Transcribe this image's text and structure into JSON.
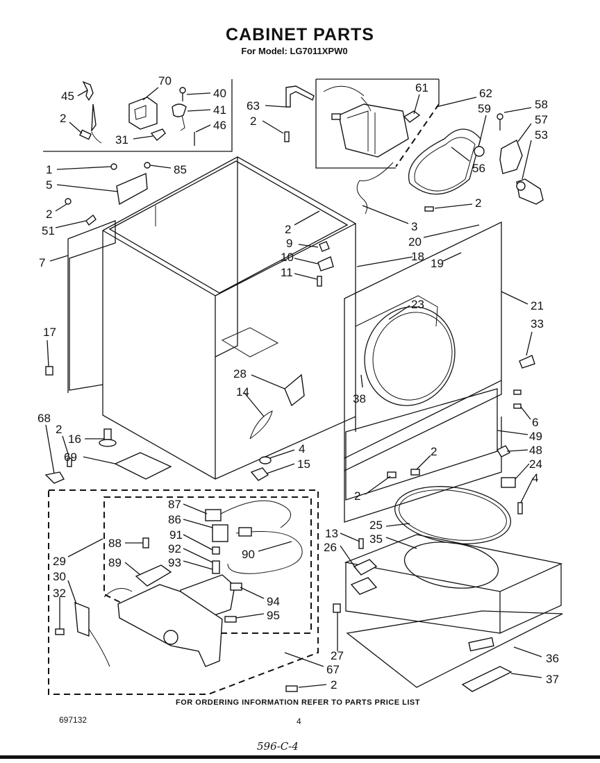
{
  "title": "CABINET PARTS",
  "subtitle": "For Model: LG7011XPW0",
  "footer_note": "FOR ORDERING INFORMATION REFER TO PARTS PRICE LIST",
  "document_number": "697132",
  "page_number": "4",
  "handwritten_note": "596-C-4",
  "callouts": [
    {
      "id": "c70",
      "label": "70"
    },
    {
      "id": "c45",
      "label": "45"
    },
    {
      "id": "c40",
      "label": "40"
    },
    {
      "id": "c41",
      "label": "41"
    },
    {
      "id": "c46",
      "label": "46"
    },
    {
      "id": "c2a",
      "label": "2"
    },
    {
      "id": "c31",
      "label": "31"
    },
    {
      "id": "c63",
      "label": "63"
    },
    {
      "id": "c2b",
      "label": "2"
    },
    {
      "id": "c61",
      "label": "61"
    },
    {
      "id": "c62",
      "label": "62"
    },
    {
      "id": "c59",
      "label": "59"
    },
    {
      "id": "c58",
      "label": "58"
    },
    {
      "id": "c57",
      "label": "57"
    },
    {
      "id": "c53",
      "label": "53"
    },
    {
      "id": "c1",
      "label": "1"
    },
    {
      "id": "c85",
      "label": "85"
    },
    {
      "id": "c5",
      "label": "5"
    },
    {
      "id": "c2c",
      "label": "2"
    },
    {
      "id": "c51",
      "label": "51"
    },
    {
      "id": "c56",
      "label": "56"
    },
    {
      "id": "c2d",
      "label": "2"
    },
    {
      "id": "c3",
      "label": "3"
    },
    {
      "id": "c2e",
      "label": "2"
    },
    {
      "id": "c20",
      "label": "20"
    },
    {
      "id": "c9",
      "label": "9"
    },
    {
      "id": "c10",
      "label": "10"
    },
    {
      "id": "c18",
      "label": "18"
    },
    {
      "id": "c19",
      "label": "19"
    },
    {
      "id": "c11",
      "label": "11"
    },
    {
      "id": "c7",
      "label": "7"
    },
    {
      "id": "c21",
      "label": "21"
    },
    {
      "id": "c23",
      "label": "23"
    },
    {
      "id": "c33",
      "label": "33"
    },
    {
      "id": "c17",
      "label": "17"
    },
    {
      "id": "c28",
      "label": "28"
    },
    {
      "id": "c14",
      "label": "14"
    },
    {
      "id": "c38",
      "label": "38"
    },
    {
      "id": "c6",
      "label": "6"
    },
    {
      "id": "c68",
      "label": "68"
    },
    {
      "id": "c2f",
      "label": "2"
    },
    {
      "id": "c16",
      "label": "16"
    },
    {
      "id": "c49",
      "label": "49"
    },
    {
      "id": "c4a",
      "label": "4"
    },
    {
      "id": "c48",
      "label": "48"
    },
    {
      "id": "c2g",
      "label": "2"
    },
    {
      "id": "c69",
      "label": "69"
    },
    {
      "id": "c15",
      "label": "15"
    },
    {
      "id": "c24",
      "label": "24"
    },
    {
      "id": "c2h",
      "label": "2"
    },
    {
      "id": "c4b",
      "label": "4"
    },
    {
      "id": "c87",
      "label": "87"
    },
    {
      "id": "c86",
      "label": "86"
    },
    {
      "id": "c25",
      "label": "25"
    },
    {
      "id": "c13",
      "label": "13"
    },
    {
      "id": "c91",
      "label": "91"
    },
    {
      "id": "c35",
      "label": "35"
    },
    {
      "id": "c88",
      "label": "88"
    },
    {
      "id": "c92",
      "label": "92"
    },
    {
      "id": "c90",
      "label": "90"
    },
    {
      "id": "c26",
      "label": "26"
    },
    {
      "id": "c29",
      "label": "29"
    },
    {
      "id": "c93",
      "label": "93"
    },
    {
      "id": "c89",
      "label": "89"
    },
    {
      "id": "c30",
      "label": "30"
    },
    {
      "id": "c32",
      "label": "32"
    },
    {
      "id": "c94",
      "label": "94"
    },
    {
      "id": "c95",
      "label": "95"
    },
    {
      "id": "c36",
      "label": "36"
    },
    {
      "id": "c27",
      "label": "27"
    },
    {
      "id": "c67",
      "label": "67"
    },
    {
      "id": "c37",
      "label": "37"
    },
    {
      "id": "c2i",
      "label": "2"
    }
  ]
}
